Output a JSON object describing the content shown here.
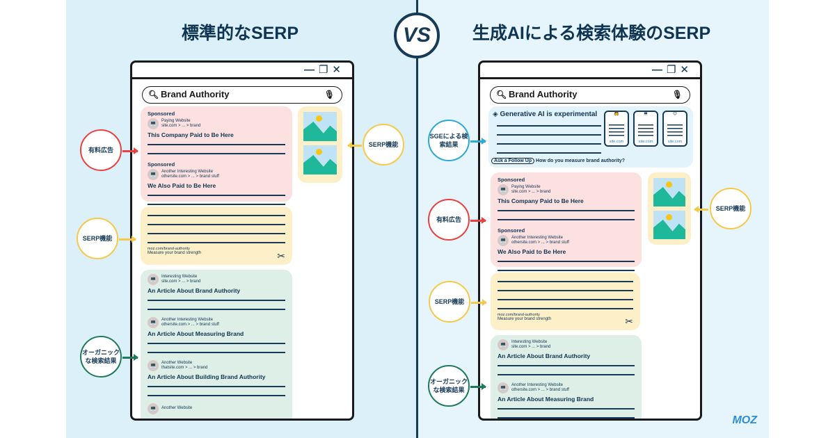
{
  "left": {
    "title": "標準的なSERP",
    "search": "Brand Authority",
    "ads": [
      {
        "label": "Sponsored",
        "site": "Paying Website",
        "url": "site.com > ... > brand",
        "headline": "This Company Paid to Be Here"
      },
      {
        "label": "Sponsored",
        "site": "Another Interesting Website",
        "url": "othersite.com > ... > brand stuff",
        "headline": "We Also Paid to Be Here"
      }
    ],
    "snippet": {
      "url": "moz.com/brand-authority",
      "text": "Measure your brand strength"
    },
    "organic": [
      {
        "site": "Interesting Website",
        "url": "site.com > ... > brand",
        "headline": "An Article About Brand Authority"
      },
      {
        "site": "Another Interesting Website",
        "url": "othersite.com > ... > brand stuff",
        "headline": "An Article About Measuring Brand"
      },
      {
        "site": "Another Website",
        "url": "thatsite.com > ... > brand",
        "headline": "An Article About Building Brand Authority"
      },
      {
        "site": "Another Website"
      }
    ],
    "callouts": {
      "ads": "有料広告",
      "serp_right": "SERP機能",
      "serp_left": "SERP機能",
      "organic": "オーガニックな検索結果"
    }
  },
  "vs": "VS",
  "right": {
    "title": "生成AIによる検索体験のSERP",
    "search": "Brand Authority",
    "sge": {
      "heading": "Generative AI is experimental",
      "cards": [
        "site.com",
        "site.com",
        "site.com"
      ],
      "followup_button": "Ask a Follow Up",
      "followup_question": "How do you measure brand authority?"
    },
    "ads": [
      {
        "label": "Sponsored",
        "site": "Paying Website",
        "url": "site.com > ... > brand",
        "headline": "This Company Paid to Be Here"
      },
      {
        "label": "Sponsored",
        "site": "Another Interesting Website",
        "url": "othersite.com > ... > brand stuff",
        "headline": "We Also Paid to Be Here"
      }
    ],
    "snippet": {
      "url": "moz.com/brand-authority",
      "text": "Measure your brand strength"
    },
    "organic": [
      {
        "site": "Interesting Website",
        "url": "site.com > ... > brand",
        "headline": "An Article About Brand Authority"
      },
      {
        "site": "Another Interesting Website",
        "url": "othersite.com > ... > brand stuff",
        "headline": "An Article About Measuring Brand"
      }
    ],
    "callouts": {
      "sge": "SGEによる検索結果",
      "ads": "有料広告",
      "serp_right": "SERP機能",
      "serp_left": "SERP機能",
      "organic": "オーガニックな検索結果"
    }
  },
  "logo": "MOZ",
  "colors": {
    "ads": "#e8413f",
    "serp": "#f5c94a",
    "organic": "#1f7a5a",
    "sge": "#2ea8d8",
    "ink": "#173a57"
  }
}
